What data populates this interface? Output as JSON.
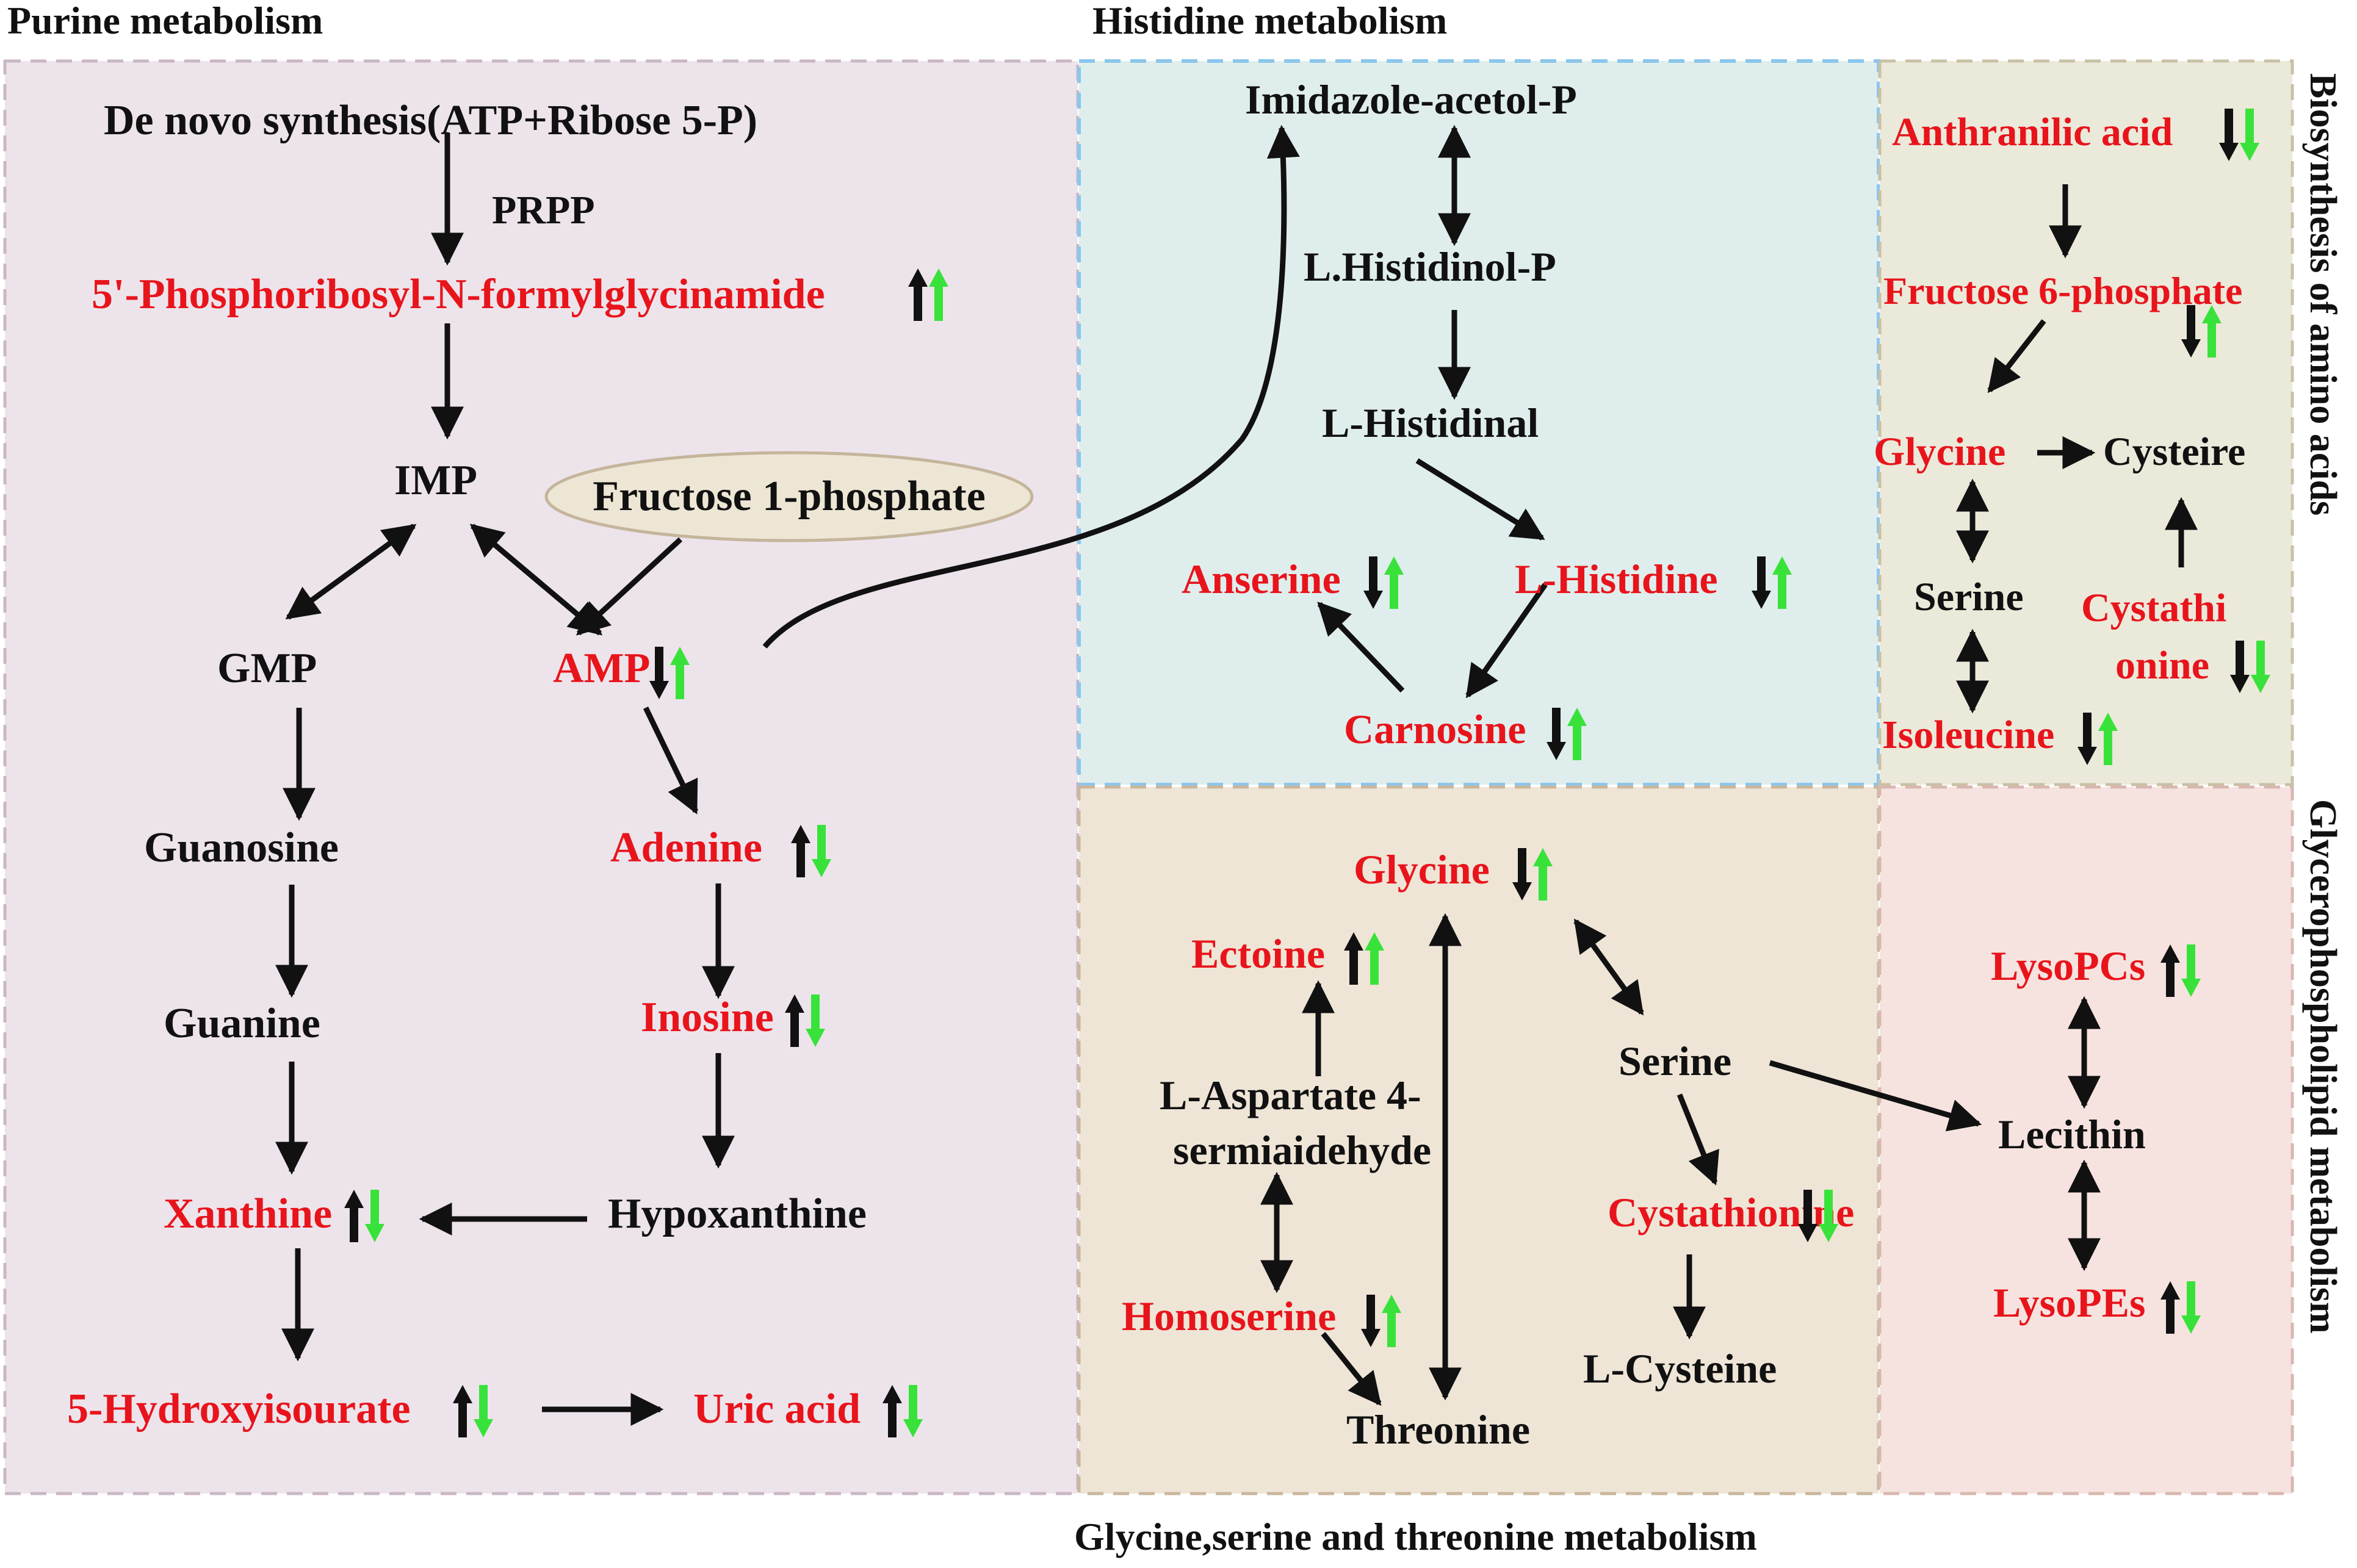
{
  "colors": {
    "highlight_text": "#e8141c",
    "normal_text": "#111111",
    "arrow_down": "#111111",
    "arrow_up_green": "#39e23a",
    "panel_purine_fill": "#ede4eb",
    "panel_purine_border": "#c9b7c6",
    "panel_histidine_fill": "#dfeeed",
    "panel_histidine_border": "#8cc6ec",
    "panel_amino_fill": "#ebe9da",
    "panel_amino_border": "#c8c1a5",
    "panel_glycine_fill": "#eee5d6",
    "panel_glycine_border": "#c9b69c",
    "panel_glycero_fill": "#f6e3df",
    "panel_glycero_border": "#d8b7b0",
    "ellipse_fill": "#ede6d5",
    "ellipse_border": "#c4b59b"
  },
  "section_titles": {
    "purine": "Purine metabolism",
    "histidine": "Histidine metabolism",
    "glycine": "Glycine,serine and threonine metabolism",
    "amino_acids": "Biosynthesis of amino acids",
    "glycerophospholipid": "Glycerophospholipid metabolism"
  },
  "nodes": {
    "de_novo": "De novo synthesis(ATP+Ribose 5-P)",
    "prpp": "PRPP",
    "phosphoribosyl": "5'-Phosphoribosyl-N-formylglycinamide",
    "imp": "IMP",
    "fructose_1p": "Fructose 1-phosphate",
    "gmp": "GMP",
    "amp": "AMP",
    "guanosine": "Guanosine",
    "adenine": "Adenine",
    "guanine": "Guanine",
    "inosine": "Inosine",
    "xanthine": "Xanthine",
    "hypoxanthine": "Hypoxanthine",
    "hydroxyisourate": "5-Hydroxyisourate",
    "uric_acid": "Uric acid",
    "imidazole": "Imidazole-acetol-P",
    "histidinol": "L.Histidinol-P",
    "histidinal": "L-Histidinal",
    "anserine": "Anserine",
    "l_histidine": "L-Histidine",
    "carnosine": "Carnosine",
    "anthranilic": "Anthranilic acid",
    "fructose_6p": "Fructose 6-phosphate",
    "glycine_aa": "Glycine",
    "cysteire": "Cysteire",
    "serine_aa": "Serine",
    "cystathi": "Cystathi",
    "onine": "onine",
    "isoleucine": "Isoleucine",
    "glycine_gst": "Glycine",
    "ectoine": "Ectoine",
    "aspartate_1": "L-Aspartate 4-",
    "aspartate_2": "sermiaidehyde",
    "serine_gst": "Serine",
    "cystathionine": "Cystathionine",
    "homoserine": "Homoserine",
    "l_cysteine": "L-Cysteine",
    "threonine": "Threonine",
    "lysopcs": "LysoPCs",
    "lecithin": "Lecithin",
    "lysopes": "LysoPEs"
  },
  "trends": {
    "phosphoribosyl": [
      "up",
      "up"
    ],
    "amp": [
      "down",
      "up"
    ],
    "adenine": [
      "up",
      "down"
    ],
    "inosine": [
      "up",
      "down"
    ],
    "xanthine": [
      "up",
      "down"
    ],
    "hydroxyisourate": [
      "up",
      "down"
    ],
    "uric_acid": [
      "up",
      "down"
    ],
    "anserine": [
      "down",
      "up"
    ],
    "l_histidine": [
      "down",
      "up"
    ],
    "carnosine": [
      "down",
      "up"
    ],
    "anthranilic": [
      "down",
      "down"
    ],
    "fructose_6p": [
      "down",
      "up"
    ],
    "onine": [
      "down",
      "down"
    ],
    "isoleucine": [
      "down",
      "up"
    ],
    "glycine_gst": [
      "down",
      "up"
    ],
    "ectoine": [
      "up",
      "up"
    ],
    "cystathionine": [
      "down",
      "down"
    ],
    "homoserine": [
      "down",
      "up"
    ],
    "lysopcs": [
      "up",
      "down"
    ],
    "lysopes": [
      "up",
      "down"
    ]
  }
}
